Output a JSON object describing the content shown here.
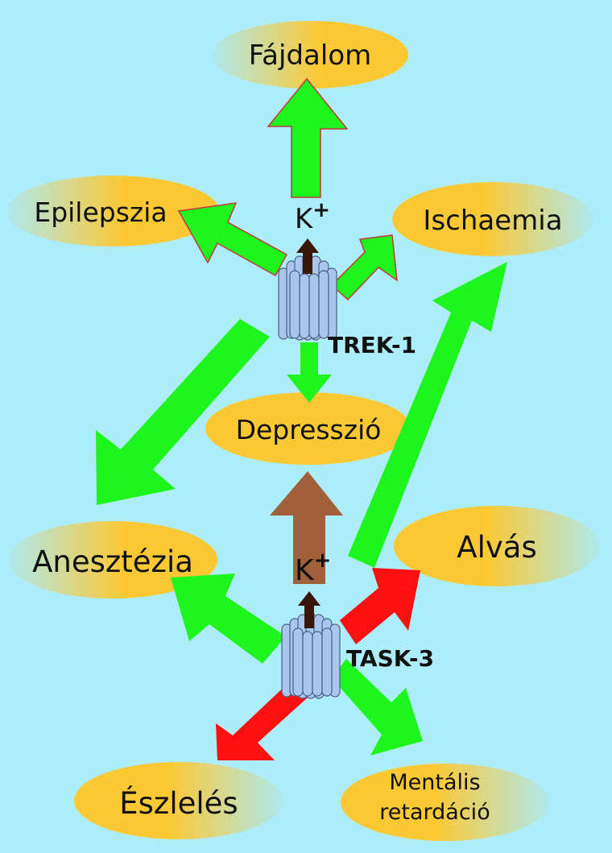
{
  "background_color": "#aeeefc",
  "colors": {
    "ellipse_fill": "#fcc934",
    "ellipse_fade": "#aee9f0",
    "arrow_green": "#1ef51e",
    "arrow_red": "#ff1010",
    "arrow_brown": "#a0603a",
    "arrow_dark": "#3a1606",
    "channel_fill": "#a9c6ec",
    "channel_stroke": "#4a5f86"
  },
  "channels": {
    "trek1": {
      "label": "TREK-1",
      "ion": "K",
      "ion_charge": "+"
    },
    "task3": {
      "label": "TASK-3",
      "ion": "K",
      "ion_charge": "+"
    }
  },
  "effects": {
    "fajdalom": "Fájdalom",
    "epilepszia": "Epilepszia",
    "ischaemia": "Ischaemia",
    "depresszio": "Depresszió",
    "anesztezia": "Anesztézia",
    "alvas": "Alvás",
    "eszleles": "Észlelés",
    "mentalis_line1": "Mentális",
    "mentalis_line2": "retardáció"
  },
  "icons": {
    "channel": "ion-channel-icon",
    "ion_arrow": "ion-flow-arrow-icon"
  }
}
